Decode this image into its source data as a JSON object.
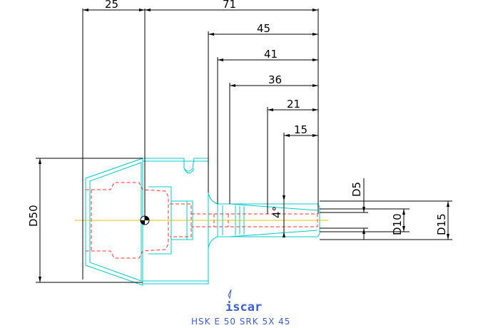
{
  "dimensions": {
    "top": [
      {
        "id": "dim-25",
        "label": "25"
      },
      {
        "id": "dim-71",
        "label": "71"
      },
      {
        "id": "dim-45",
        "label": "45"
      },
      {
        "id": "dim-41",
        "label": "41"
      },
      {
        "id": "dim-36",
        "label": "36"
      },
      {
        "id": "dim-21",
        "label": "21"
      },
      {
        "id": "dim-15",
        "label": "15"
      }
    ],
    "diameters": {
      "d50": "D50",
      "d5": "D5",
      "d10": "D10",
      "d15": "D15"
    },
    "angle": "4°"
  },
  "logo": {
    "text": "iscar"
  },
  "caption": "HSK E 50 SRK 5X 45",
  "colors": {
    "outline": "#00cccc",
    "internal": "#ff3030",
    "dimension": "#000000",
    "centerline": "#e0c000",
    "brand": "#3a5fd0"
  }
}
